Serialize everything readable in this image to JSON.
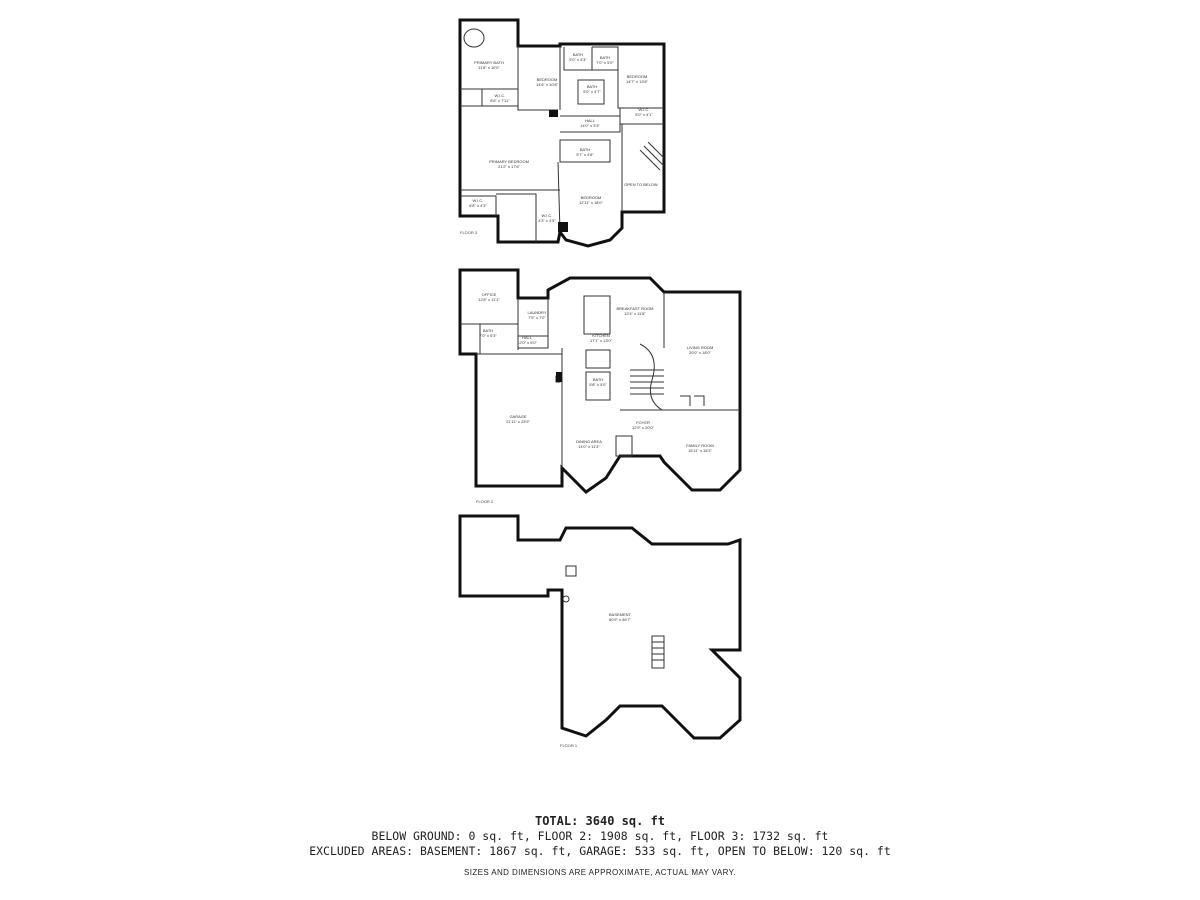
{
  "floors": {
    "floor3": {
      "label": "FLOOR 3",
      "rooms": {
        "primary_bath": [
          "PRIMARY BATH",
          "11'8\" x 10'0\""
        ],
        "wic_a": [
          "W.I.C.",
          "8'6\" x 7'11\""
        ],
        "primary_bedroom": [
          "PRIMARY BEDROOM",
          "21'2\" x 17'6\""
        ],
        "wic_b": [
          "W.I.C.",
          "6'8\" x 4'3\""
        ],
        "wic_c": [
          "W.I.C.",
          "4'3\" x 4'5\""
        ],
        "bedroom_a": [
          "BEDROOM",
          "14'6\" x 10'8\""
        ],
        "bath_a": [
          "BATH",
          "5'0\" x 4'3\""
        ],
        "bath_b": [
          "BATH",
          "7'0\" x 5'0\""
        ],
        "bath_c": [
          "BATH",
          "5'0\" x 4'7\""
        ],
        "bedroom_b": [
          "BEDROOM",
          "14'7\" x 13'8\""
        ],
        "wic_d": [
          "W.I.C.",
          "5'0\" x 4'1\""
        ],
        "hall": [
          "HALL",
          "14'0\" x 3'3\""
        ],
        "bath_d": [
          "BATH",
          "9'7\" x 4'8\""
        ],
        "open_to_below": [
          "OPEN TO BELOW",
          ""
        ],
        "bedroom_c": [
          "BEDROOM",
          "12'11\" x 18'0\""
        ]
      }
    },
    "floor2": {
      "label": "FLOOR 2",
      "rooms": {
        "office": [
          "OFFICE",
          "12'8\" x 11'1\""
        ],
        "bath": [
          "BATH",
          "7'0\" x 5'3\""
        ],
        "laundry": [
          "LAUNDRY",
          "7'5\" x 7'0\""
        ],
        "hall": [
          "HALL",
          "12'0\" x 5'0\""
        ],
        "breakfast_room": [
          "BREAKFAST ROOM",
          "12'4\" x 11'8\""
        ],
        "kitchen": [
          "KITCHEN",
          "17'1\" x 13'0\""
        ],
        "living_room": [
          "LIVING ROOM",
          "20'0\" x 18'0\""
        ],
        "bath_b": [
          "BATH",
          "5'8\" x 5'0\""
        ],
        "garage": [
          "GARAGE",
          "21'11\" x 23'9\""
        ],
        "foyer": [
          "FOYER",
          "12'9\" x 20'0\""
        ],
        "dining_area": [
          "DINING AREA",
          "14'0\" x 11'3\""
        ],
        "family_room": [
          "FAMILY ROOM",
          "15'11\" x 15'3\""
        ]
      }
    },
    "floor1": {
      "label": "FLOOR 1",
      "rooms": {
        "basement": [
          "BASEMENT",
          "60'9\" x 46'7\""
        ]
      }
    }
  },
  "summary": {
    "total": "TOTAL: 3640 sq. ft",
    "line2": "BELOW GROUND: 0 sq. ft, FLOOR 2: 1908 sq. ft, FLOOR 3: 1732 sq. ft",
    "line3": "EXCLUDED AREAS: BASEMENT: 1867 sq. ft, GARAGE: 533 sq. ft, OPEN TO BELOW: 120 sq. ft",
    "disclaimer": "SIZES AND DIMENSIONS ARE APPROXIMATE, ACTUAL MAY VARY."
  }
}
